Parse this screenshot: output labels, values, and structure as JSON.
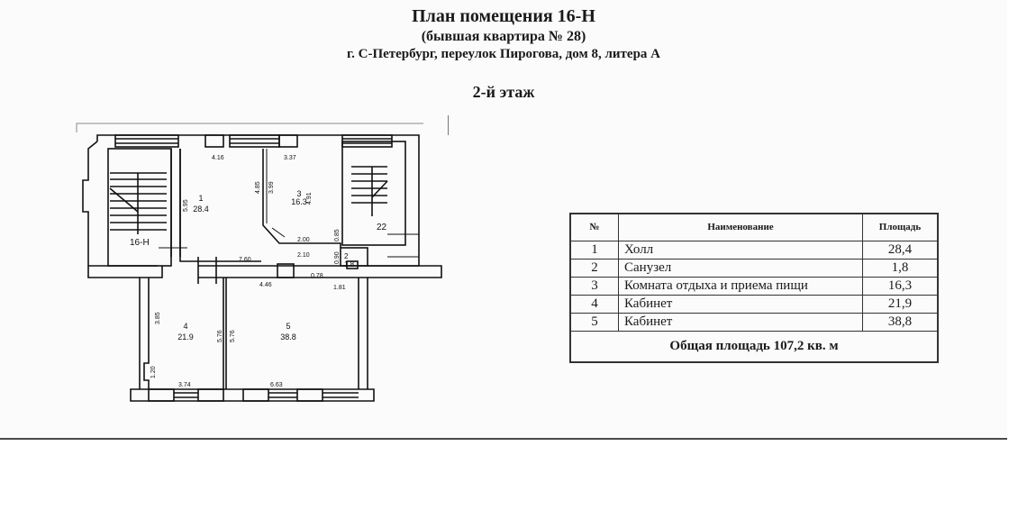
{
  "header": {
    "title": "План помещения 16-Н",
    "subtitle": "(бывшая квартира № 28)",
    "address": "г. С-Петербург, переулок Пирогова, дом 8, литера А",
    "floor": "2-й этаж"
  },
  "plan": {
    "unit_label": "16-Н",
    "stair_label": "22",
    "rooms": [
      {
        "num": "1",
        "area": "28.4"
      },
      {
        "num": "2",
        "area": "1.8"
      },
      {
        "num": "3",
        "area": "16.3"
      },
      {
        "num": "4",
        "area": "21.9"
      },
      {
        "num": "5",
        "area": "38.8"
      }
    ],
    "dimensions": {
      "d_416": "4.16",
      "d_337": "3.37",
      "d_595": "5.95",
      "d_485": "4.85",
      "d_399": "3.99",
      "d_491": "4.91",
      "d_200": "2.00",
      "d_210": "2.10",
      "d_085": "0.85",
      "d_090": "0.90",
      "d_760": "7.60",
      "d_446": "4.46",
      "d_078": "0.78",
      "d_181": "1.81",
      "d_385": "3.85",
      "d_576a": "5.76",
      "d_576b": "5.76",
      "d_120": "1.20",
      "d_374": "3.74",
      "d_663": "6.63"
    }
  },
  "table": {
    "headers": {
      "num": "№",
      "name": "Наименование",
      "area": "Площадь"
    },
    "rows": [
      {
        "num": "1",
        "name": "Холл",
        "area": "28,4"
      },
      {
        "num": "2",
        "name": "Санузел",
        "area": "1,8"
      },
      {
        "num": "3",
        "name": "Комната отдыха и приема пищи",
        "area": "16,3"
      },
      {
        "num": "4",
        "name": "Кабинет",
        "area": "21,9"
      },
      {
        "num": "5",
        "name": "Кабинет",
        "area": "38,8"
      }
    ],
    "total": "Общая площадь 107,2 кв. м"
  }
}
